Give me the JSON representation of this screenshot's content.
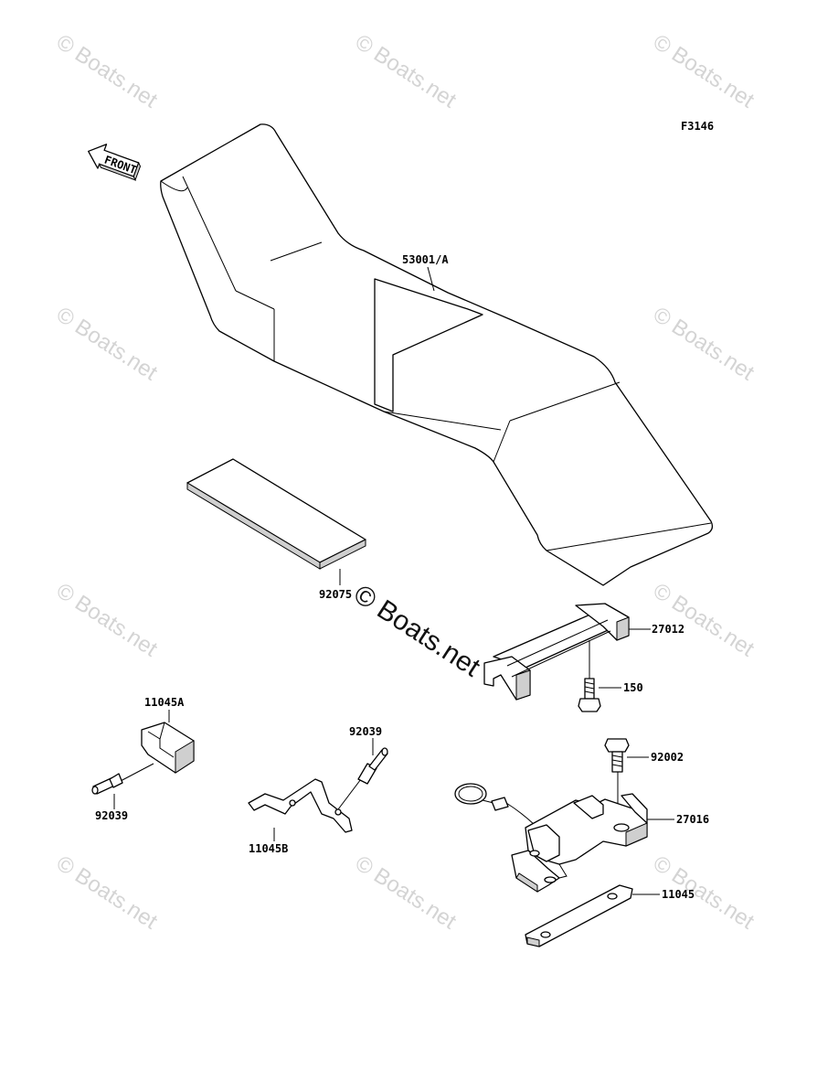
{
  "figure_code": "F3146",
  "front_label": "FRONT",
  "watermark": {
    "text": "© Boats.net",
    "center_text": "© Boats.net"
  },
  "parts": [
    {
      "id": "seat",
      "label": "53001/A"
    },
    {
      "id": "pad",
      "label": "92075"
    },
    {
      "id": "seat-bracket",
      "label": "27012"
    },
    {
      "id": "bolt-150",
      "label": "150"
    },
    {
      "id": "cap-top",
      "label": "11045A"
    },
    {
      "id": "pin-left",
      "label": "92039"
    },
    {
      "id": "pin-middle",
      "label": "92039"
    },
    {
      "id": "wire-bracket",
      "label": "11045B"
    },
    {
      "id": "bolt-92002",
      "label": "92002"
    },
    {
      "id": "lock-assembly",
      "label": "27016"
    },
    {
      "id": "plate",
      "label": "11045"
    }
  ]
}
